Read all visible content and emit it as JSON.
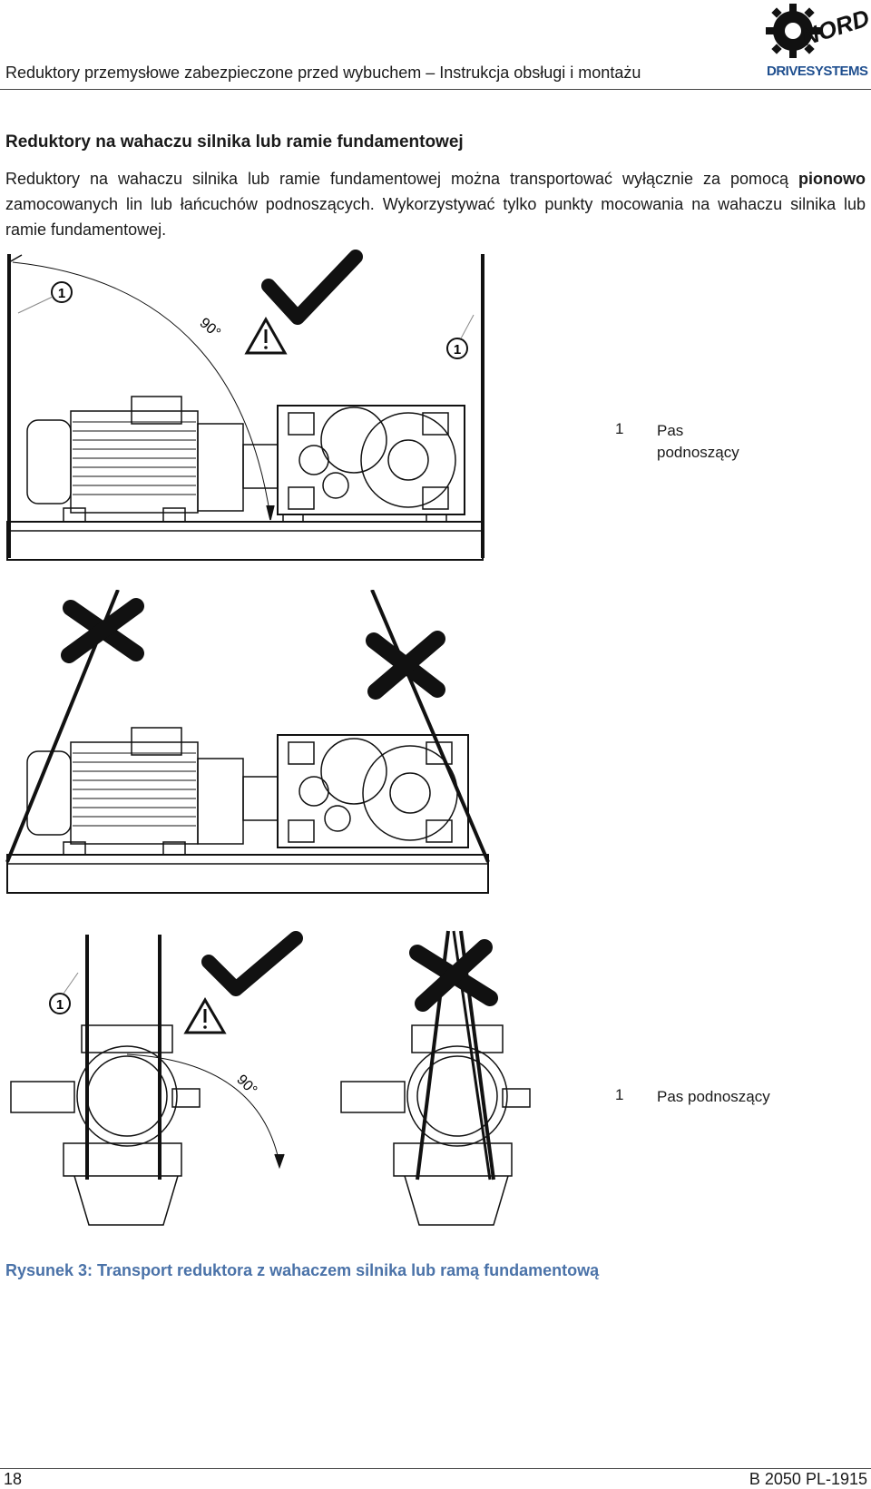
{
  "header": {
    "title": "Reduktory przemysłowe zabezpieczone przed wybuchem – Instrukcja obsługi i montażu",
    "logo_text": "DRIVESYSTEMS",
    "logo_mark": "NORD"
  },
  "section": {
    "heading": "Reduktory na wahaczu silnika lub ramie fundamentowej",
    "para_pre": "Reduktory na wahaczu silnika lub ramie fundamentowej można transportować wyłącznie za pomocą ",
    "para_bold": "pionowo",
    "para_post": " zamocowanych lin lub łańcuchów podnoszących. Wykorzystywać tylko punkty mocowania na wahaczu silnika lub ramie fundamentowej."
  },
  "figure_labels": {
    "callout": "1",
    "angle": "90°"
  },
  "legend_top": {
    "num": "1",
    "text_line1": "Pas",
    "text_line2": "podnoszący"
  },
  "legend_bottom": {
    "num": "1",
    "text": "Pas podnoszący"
  },
  "caption": "Rysunek 3: Transport reduktora z wahaczem silnika lub ramą fundamentową",
  "footer": {
    "page": "18",
    "doc": "B 2050 PL-1915"
  },
  "colors": {
    "caption": "#4a72a8",
    "logo": "#1f4f8f"
  }
}
